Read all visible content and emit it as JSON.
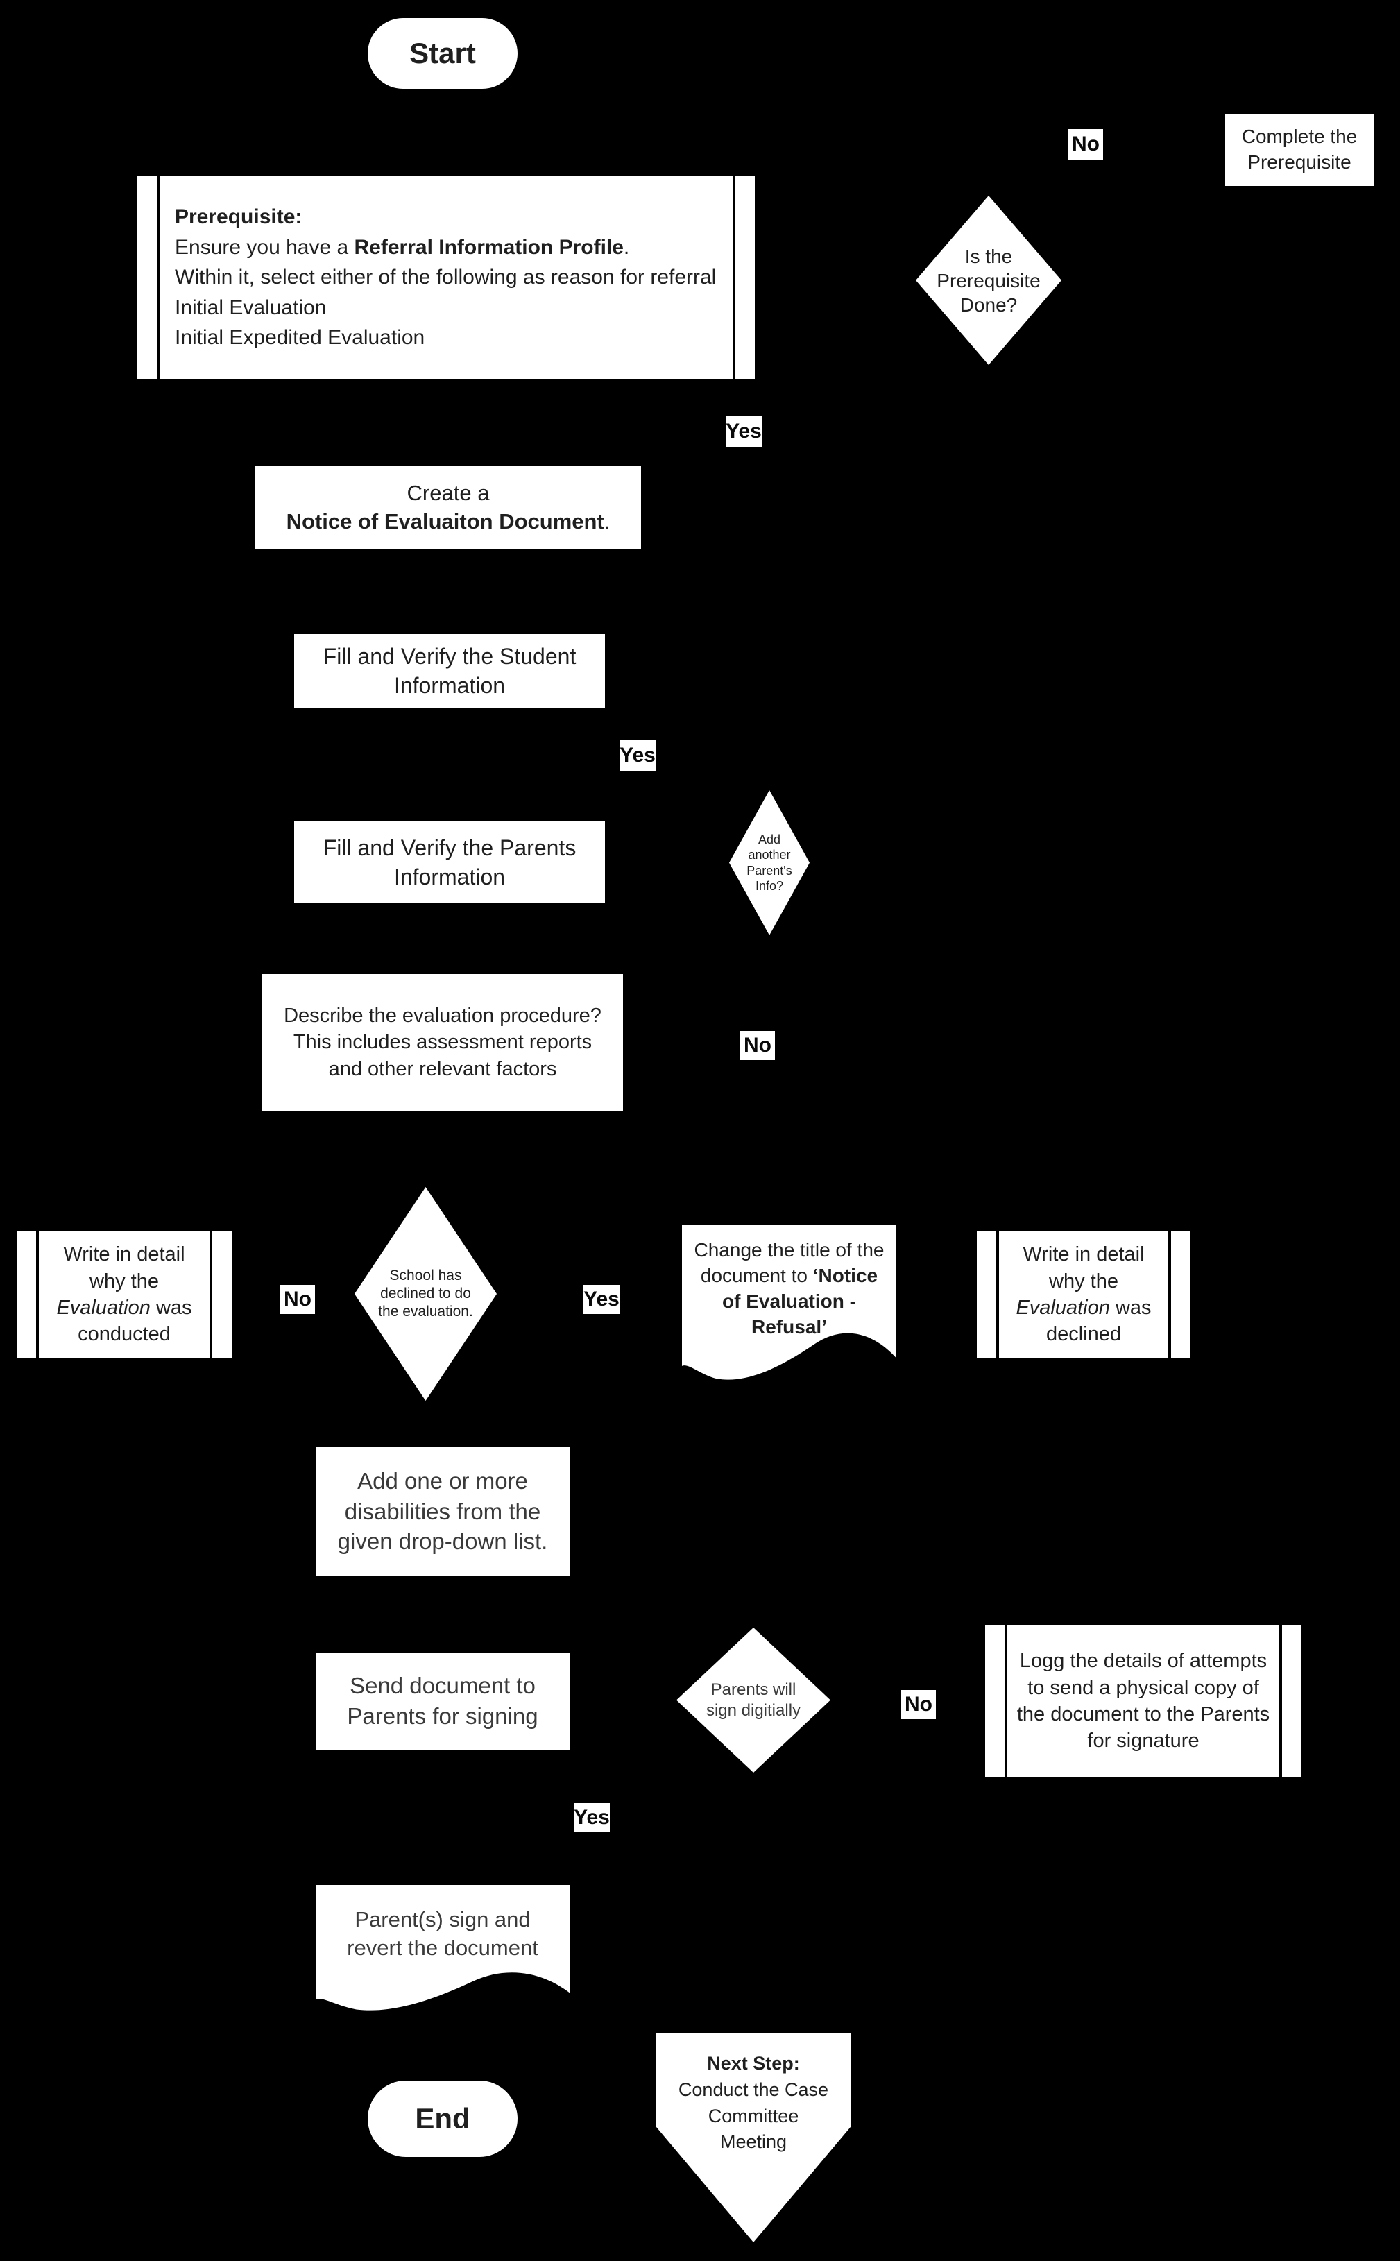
{
  "canvas": {
    "background": "#000000",
    "shape_fill": "#ffffff",
    "text_color": "#1f1f1f",
    "muted_text_color": "#3a3a3a"
  },
  "labels": {
    "yes": "Yes",
    "no": "No"
  },
  "nodes": {
    "start": {
      "type": "terminator",
      "label": "Start"
    },
    "complete_prerequisite": {
      "type": "process",
      "text": "Complete the Prerequisite"
    },
    "prerequisite": {
      "type": "predefined-process",
      "heading": "Prerequisite:",
      "intro_pre": "Ensure you have a ",
      "intro_bold": "Referral Information Profile",
      "intro_post": ".",
      "reason_line": "Within it, select either of the following as reason for referral",
      "option1": "Initial Evaluation",
      "option2": "Initial Expedited Evaluation"
    },
    "is_prerequisite_done": {
      "type": "decision",
      "text": "Is the Prerequisite Done?"
    },
    "create_notice": {
      "type": "process",
      "line1": "Create a",
      "bold": "Notice of Evaluaiton Document",
      "post": "."
    },
    "fill_student": {
      "type": "process",
      "text": "Fill and Verify the Student Information"
    },
    "fill_parents": {
      "type": "process",
      "text": "Fill and Verify the Parents Information"
    },
    "add_another_parent": {
      "type": "decision",
      "text": "Add another Parent's Info?"
    },
    "describe_procedure": {
      "type": "process",
      "text": "Describe the evaluation procedure? This includes assessment reports and other relevant factors"
    },
    "why_conducted": {
      "type": "predefined-process",
      "pre": "Write in detail why the ",
      "italic": "Evaluation",
      "post": " was conducted"
    },
    "school_declined": {
      "type": "decision",
      "text": "School has declined to do the evaluation."
    },
    "change_title": {
      "type": "document",
      "pre": "Change the title of the document to ",
      "bold": "‘Notice of Evaluation - Refusal’"
    },
    "why_declined": {
      "type": "predefined-process",
      "pre": "Write in detail why the ",
      "italic": "Evaluation",
      "post": " was declined"
    },
    "add_disabilities": {
      "type": "process",
      "text": "Add one or more disabilities from the given drop-down list."
    },
    "send_document": {
      "type": "process",
      "text": "Send document to Parents for signing"
    },
    "parents_sign_digitally": {
      "type": "decision",
      "text": "Parents will sign digitially"
    },
    "log_attempts": {
      "type": "predefined-process",
      "text": "Logg the details of attempts to send a physical copy of the document to the Parents for signature"
    },
    "parents_sign_revert": {
      "type": "document",
      "text": "Parent(s) sign and revert the document"
    },
    "end": {
      "type": "terminator",
      "label": "End"
    },
    "next_step": {
      "type": "off-page-connector",
      "heading": "Next Step:",
      "text": "Conduct the Case Committee Meeting"
    }
  }
}
